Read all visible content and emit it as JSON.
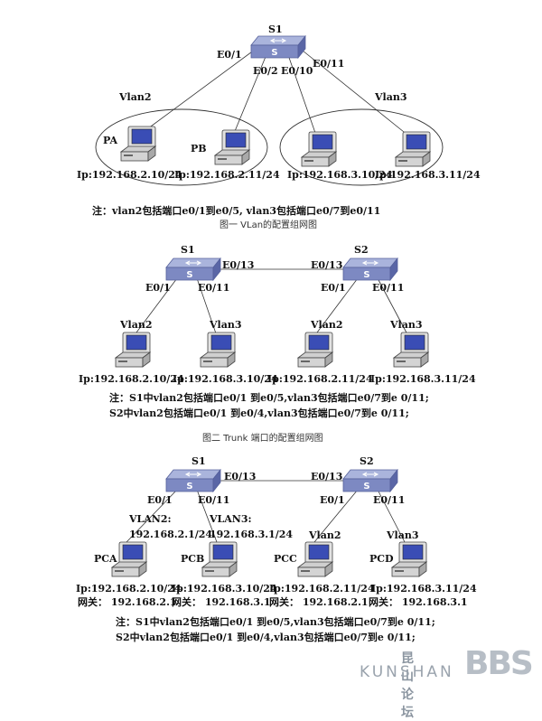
{
  "figure1": {
    "switch": "S1",
    "ports": [
      "E0/1",
      "E0/2",
      "E0/10",
      "E0/11"
    ],
    "vlan_labels": [
      "Vlan2",
      "Vlan3"
    ],
    "pcs": [
      "PA",
      "PB"
    ],
    "ips": [
      "Ip:192.168.2.10/24",
      "Ip:192.168.2.11/24",
      "Ip:192.168.3.10/24",
      "Ip:192.168.3.11/24"
    ],
    "note": "注：vlan2包括端口e0/1到e0/5,    vlan3包括端口e0/7到e0/11",
    "caption": "图一    VLan的配置组网图"
  },
  "figure2": {
    "switches": [
      "S1",
      "S2"
    ],
    "trunk_ports": [
      "E0/13",
      "E0/13"
    ],
    "ports_s1": [
      "E0/1",
      "E0/11"
    ],
    "ports_s2": [
      "E0/1",
      "E0/11"
    ],
    "vlan_labels": [
      "Vlan2",
      "Vlan3",
      "Vlan2",
      "Vlan3"
    ],
    "ips": [
      "Ip:192.168.2.10/24",
      "Ip:192.168.3.10/24",
      "Ip:192.168.2.11/24",
      "Ip:192.168.3.11/24"
    ],
    "note1": "注：S1中vlan2包括端口e0/1  到e0/5,vlan3包括端口e0/7到e 0/11;",
    "note2": "S2中vlan2包括端口e0/1  到e0/4,vlan3包括端口e0/7到e 0/11;",
    "caption": "图二    Trunk 端口的配置组网图"
  },
  "figure3": {
    "switches": [
      "S1",
      "S2"
    ],
    "trunk_ports": [
      "E0/13",
      "E0/13"
    ],
    "ports_s1": [
      "E0/1",
      "E0/11"
    ],
    "ports_s2": [
      "E0/1",
      "E0/11"
    ],
    "vlanif_s1": [
      "VLAN2:",
      "192.168.2.1/24",
      "VLAN3:",
      "192.168.3.1/24"
    ],
    "vlan_labels_s2": [
      "Vlan2",
      "Vlan3"
    ],
    "pcs": [
      "PCA",
      "PCB",
      "PCC",
      "PCD"
    ],
    "ips": [
      "Ip:192.168.2.10/24",
      "Ip:192.168.3.10/24",
      "Ip:192.168.2.11/24",
      "Ip:192.168.3.11/24"
    ],
    "gateways": [
      "网关：  192.168.2.1",
      "网关：  192.168.3.1",
      "网关：  192.168.2.1",
      "网关：  192.168.3.1"
    ],
    "note1": "注：S1中vlan2包括端口e0/1  到e0/5,vlan3包括端口e0/7到e 0/11;",
    "note2": "S2中vlan2包括端口e0/1  到e0/4,vlan3包括端口e0/7到e 0/11;"
  },
  "watermark": {
    "cn": "昆山论坛",
    "en": "KUNSHAN",
    "bbs": "BBS"
  },
  "colors": {
    "switch_top": "#aab4dc",
    "switch_front": "#7d89c2",
    "switch_side": "#5a66a6",
    "pc_body": "#d4d4d4",
    "pc_screen": "#3a4db5"
  }
}
